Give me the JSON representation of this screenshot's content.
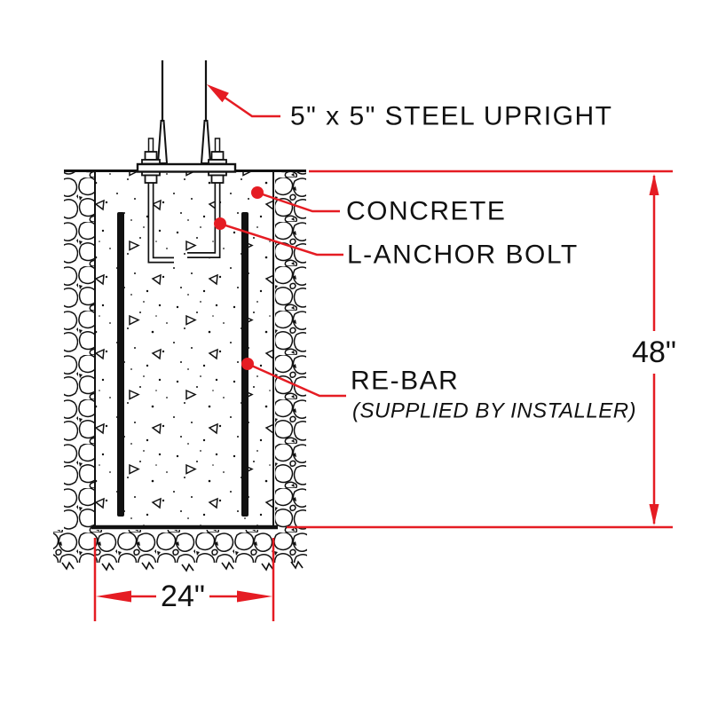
{
  "diagram": {
    "type": "foundation-footing-section-detail",
    "labels": {
      "upright": "5\" x 5\" STEEL UPRIGHT",
      "concrete": "CONCRETE",
      "anchor_bolt": "L-ANCHOR BOLT",
      "rebar": "RE-BAR",
      "rebar_note": "(SUPPLIED BY INSTALLER)"
    },
    "dimensions": {
      "depth": "48\"",
      "width": "24\""
    },
    "colors": {
      "annotation_red": "#e51c23",
      "line_black": "#111111",
      "background": "#ffffff"
    }
  }
}
